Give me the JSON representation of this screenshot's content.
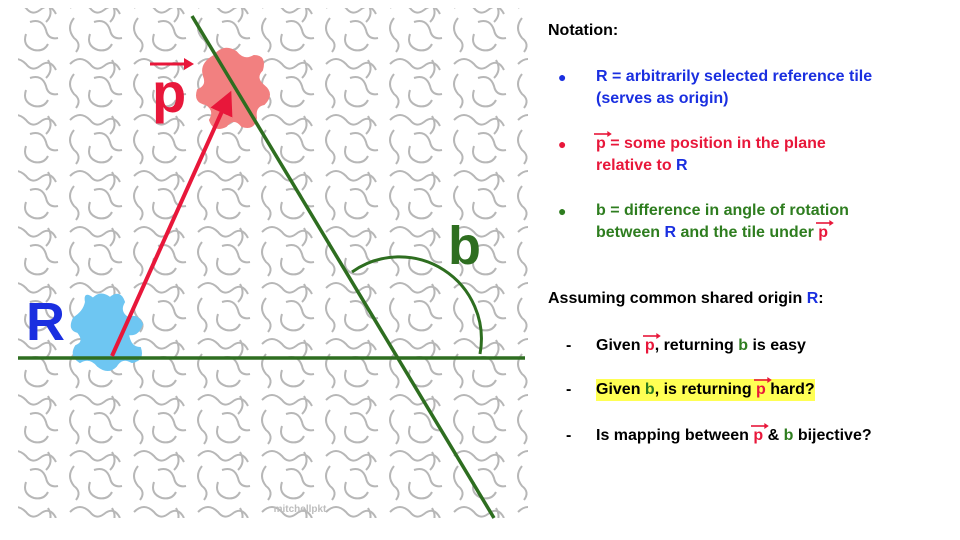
{
  "diagram": {
    "labels": {
      "R": "R",
      "p": "p",
      "b": "b"
    },
    "watermark": "mitchellpkt",
    "colors": {
      "tile_outline": "#b7b7b7",
      "reference_tile": "#6ec6f2",
      "target_tile": "#f28080",
      "vector": "#e8173a",
      "lines": "#2e6e20",
      "R_label": "#1a2fe0",
      "p_label": "#e8173a",
      "b_label": "#2e6e20"
    }
  },
  "notation": {
    "title": "Notation:",
    "items": [
      {
        "color": "#1a2fe0",
        "bullet": "●",
        "line1": "R = arbitrarily selected reference tile",
        "line2": "(serves as origin)"
      },
      {
        "color": "#e8173a",
        "bullet": "●",
        "vec": "p",
        "line1_rest": " = some position in the plane",
        "line2_pre": "relative to ",
        "line2_R": "R"
      },
      {
        "color": "#2e7d1f",
        "bullet": "●",
        "line1": "b = difference in angle of rotation",
        "line2_pre": "between ",
        "line2_R": "R",
        "line2_mid": " and the tile under ",
        "line2_vec": "p"
      }
    ]
  },
  "assumptions": {
    "title_pre": "Assuming common shared origin ",
    "title_R": "R",
    "title_post": ":",
    "items": [
      {
        "dash": "-",
        "pre": "Given ",
        "vec": "p",
        "mid": ", returning ",
        "b": "b",
        "post": " is easy"
      },
      {
        "dash": "-",
        "pre": "Given ",
        "b": "b",
        "mid": ", is returning ",
        "vec": "p",
        "post": " hard?"
      },
      {
        "dash": "-",
        "pre": "Is mapping between ",
        "vec": "p",
        "mid": " & ",
        "b": "b",
        "post": " bijective?"
      }
    ]
  }
}
